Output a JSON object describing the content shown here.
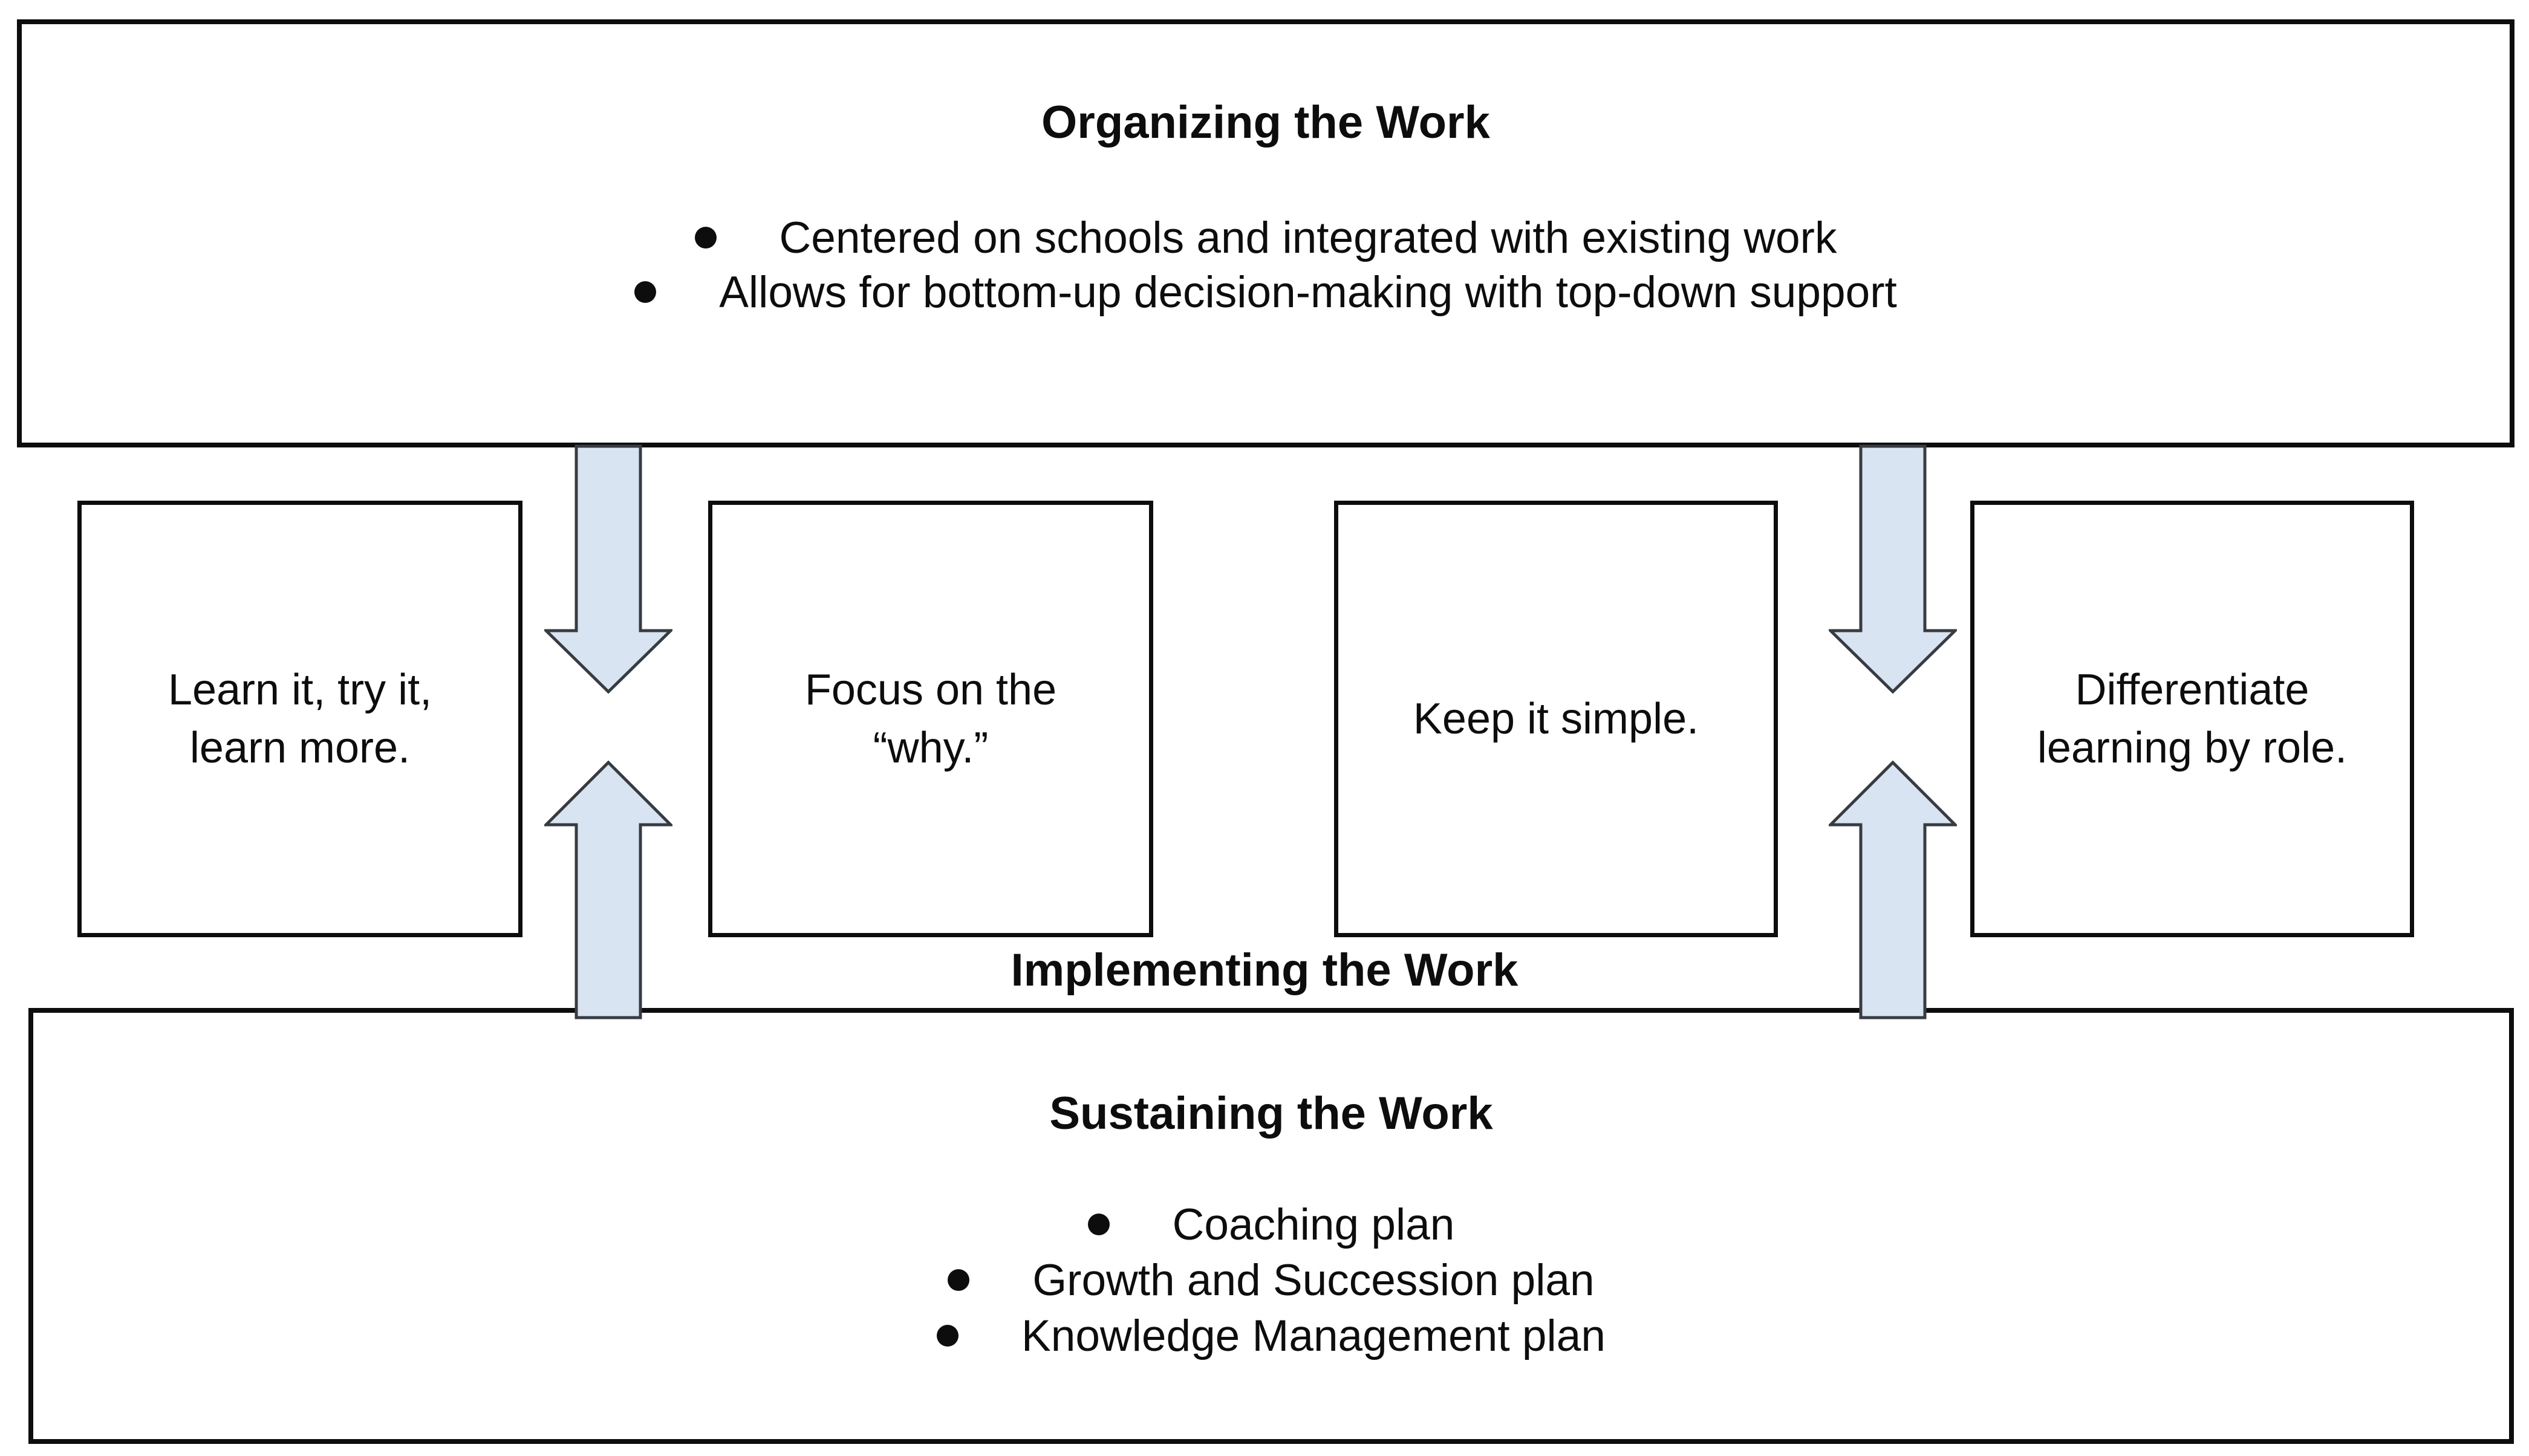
{
  "colors": {
    "bg_color": "#ffffff",
    "text_color": "#0d0d0d",
    "line_color": "#0d0d0d",
    "arrow_fill": "#d8e4f2",
    "arrow_stroke": "#373c41"
  },
  "top_box": {
    "title": "Organizing the Work",
    "bullets": [
      "Centered on schools and integrated with existing work",
      "Allows for bottom-up decision-making with top-down support"
    ]
  },
  "middle_boxes": [
    {
      "lines": [
        "Learn it, try it,",
        "learn more."
      ]
    },
    {
      "lines": [
        "Focus on the",
        "“why.”"
      ]
    },
    {
      "lines": [
        "Keep it simple."
      ]
    },
    {
      "lines": [
        "Differentiate",
        "learning by role."
      ]
    }
  ],
  "implementing_label": "Implementing the Work",
  "bottom_box": {
    "title": "Sustaining the Work",
    "bullets": [
      "Coaching plan",
      "Growth and Succession plan",
      "Knowledge Management plan"
    ]
  },
  "arrows": [
    {
      "name": "down-arrow-left",
      "direction": "down"
    },
    {
      "name": "down-arrow-right",
      "direction": "down"
    },
    {
      "name": "up-arrow-left",
      "direction": "up"
    },
    {
      "name": "up-arrow-right",
      "direction": "up"
    }
  ]
}
